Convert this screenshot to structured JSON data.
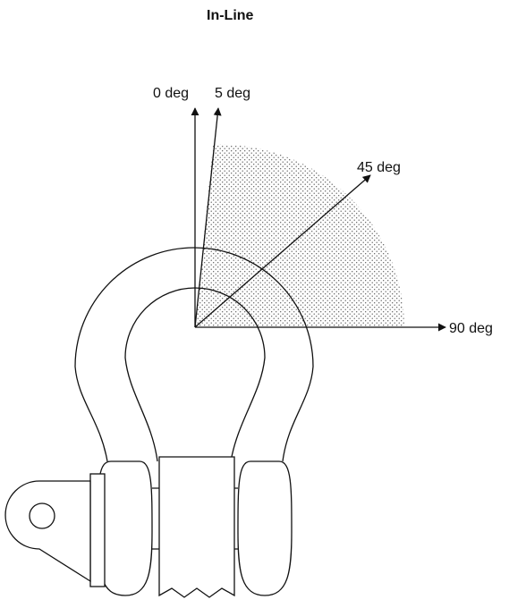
{
  "title": "In-Line",
  "angles": [
    {
      "label": "0 deg",
      "deg": 0
    },
    {
      "label": "5 deg",
      "deg": 5
    },
    {
      "label": "45 deg",
      "deg": 45
    },
    {
      "label": "90 deg",
      "deg": 90
    }
  ],
  "colors": {
    "line": "#111111",
    "stipple": "#555555",
    "background": "#ffffff"
  },
  "icons": [
    "shackle-icon",
    "pin-eye-icon",
    "sling-icon"
  ]
}
